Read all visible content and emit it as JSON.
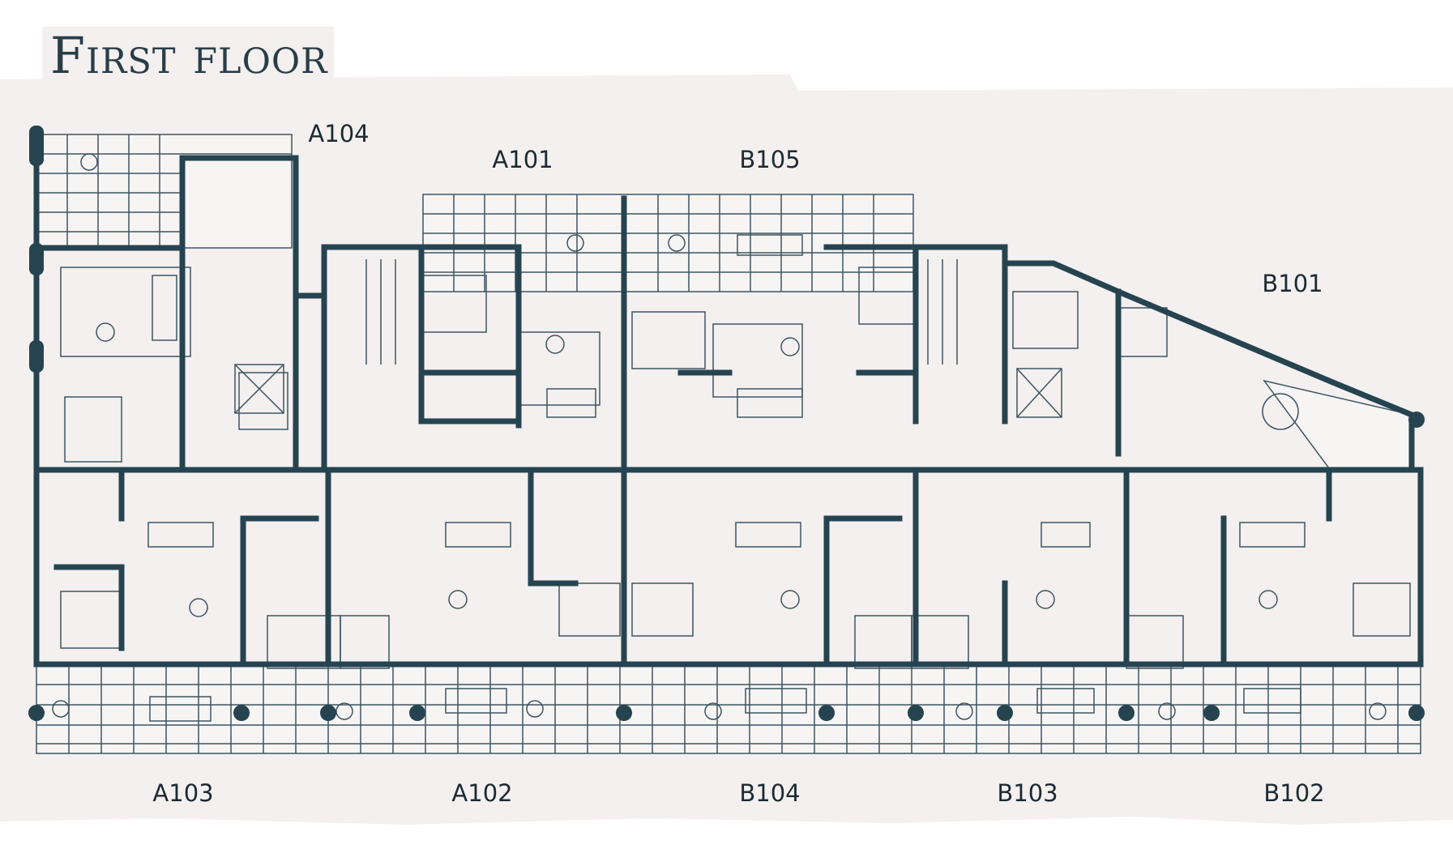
{
  "title": "First floor",
  "units": {
    "a104": "A104",
    "a101": "A101",
    "b105": "B105",
    "b101": "B101",
    "a103": "A103",
    "a102": "A102",
    "b104": "B104",
    "b103": "B103",
    "b102": "B102"
  },
  "colors": {
    "wall": "#264350",
    "paper": "#f3f0ef",
    "line": "#3e5560",
    "ink": "#1c2a31"
  }
}
